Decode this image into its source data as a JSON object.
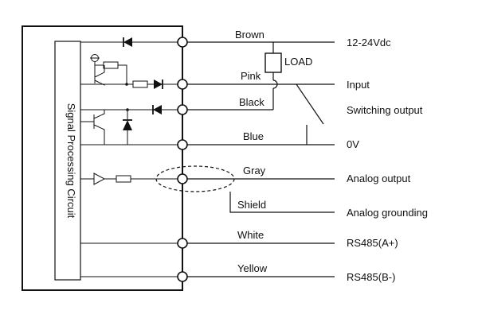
{
  "module": {
    "label": "Signal Processing Circuit"
  },
  "load": {
    "label": "LOAD"
  },
  "wires": [
    {
      "id": "brown",
      "color_name": "Brown",
      "function": "12-24Vdc"
    },
    {
      "id": "pink",
      "color_name": "Pink",
      "function": "Input"
    },
    {
      "id": "black",
      "color_name": "Black",
      "function": "Switching output"
    },
    {
      "id": "blue",
      "color_name": "Blue",
      "function": "0V"
    },
    {
      "id": "gray",
      "color_name": "Gray",
      "function": "Analog output"
    },
    {
      "id": "shield",
      "color_name": "Shield",
      "function": "Analog grounding"
    },
    {
      "id": "white",
      "color_name": "White",
      "function": "RS485(A+)"
    },
    {
      "id": "yellow",
      "color_name": "Yellow",
      "function": "RS485(B-)"
    }
  ],
  "colors": {
    "line": "#111111",
    "background": "#ffffff"
  }
}
